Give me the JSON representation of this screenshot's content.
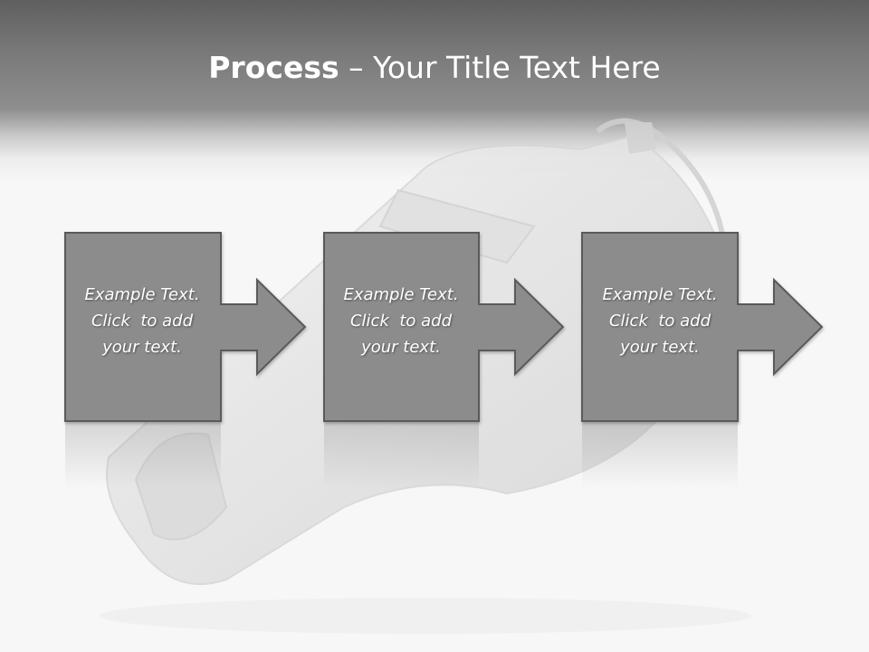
{
  "slide": {
    "title_bold": "Process",
    "title_rest": " – Your Title Text Here"
  },
  "steps": [
    {
      "line1": "Example Text.",
      "line2": "Click  to add",
      "line3": "your text."
    },
    {
      "line1": "Example Text.",
      "line2": "Click  to add",
      "line3": "your text."
    },
    {
      "line1": "Example Text.",
      "line2": "Click  to add",
      "line3": "your text."
    }
  ],
  "colors": {
    "header_top": "#5f5f5f",
    "box_fill": "#8c8c8c",
    "box_stroke": "#5a5a5a",
    "background": "#f7f7f7"
  },
  "icons": [
    "whistle-image",
    "right-arrow-icon"
  ]
}
